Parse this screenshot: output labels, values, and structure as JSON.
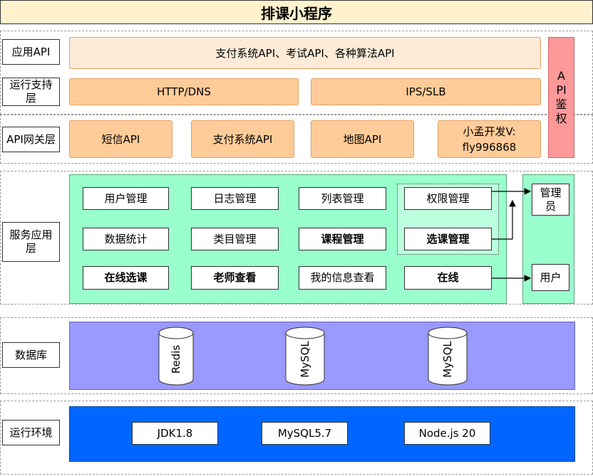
{
  "title": "排课小程序",
  "layers": {
    "app_api": "应用API",
    "runtime_support": "运行支持层",
    "api_gateway": "API网关层",
    "service_app": "服务应用层",
    "database": "数据库",
    "runtime_env": "运行环境"
  },
  "app_api_box": "支付系统API、考试API、各种算法API",
  "runtime_support_boxes": [
    "HTTP/DNS",
    "IPS/SLB"
  ],
  "gateway_boxes": [
    "短信API",
    "支付系统API",
    "地图API"
  ],
  "contact_box": {
    "line1": "小孟开发V:",
    "line2": "fly996868"
  },
  "api_auth": {
    "line1": "A",
    "line2": "PI",
    "line3": "鉴",
    "line4": "权"
  },
  "services": {
    "user_mgmt": "用户管理",
    "log_mgmt": "日志管理",
    "list_mgmt": "列表管理",
    "perm_mgmt": "权限管理",
    "data_stats": "数据统计",
    "category_mgmt": "类目管理",
    "course_mgmt": "课程管理",
    "course_select_mgmt": "选课管理",
    "online_select": "在线选课",
    "teacher_view": "老师查看",
    "my_info_view": "我的信息查看",
    "online": "在线"
  },
  "roles": {
    "admin": "管理员",
    "user": "用户"
  },
  "databases": [
    "Redis",
    "MySQL",
    "MySQL"
  ],
  "runtime": [
    "JDK1.8",
    "MySQL5.7",
    "Node.js 20"
  ]
}
